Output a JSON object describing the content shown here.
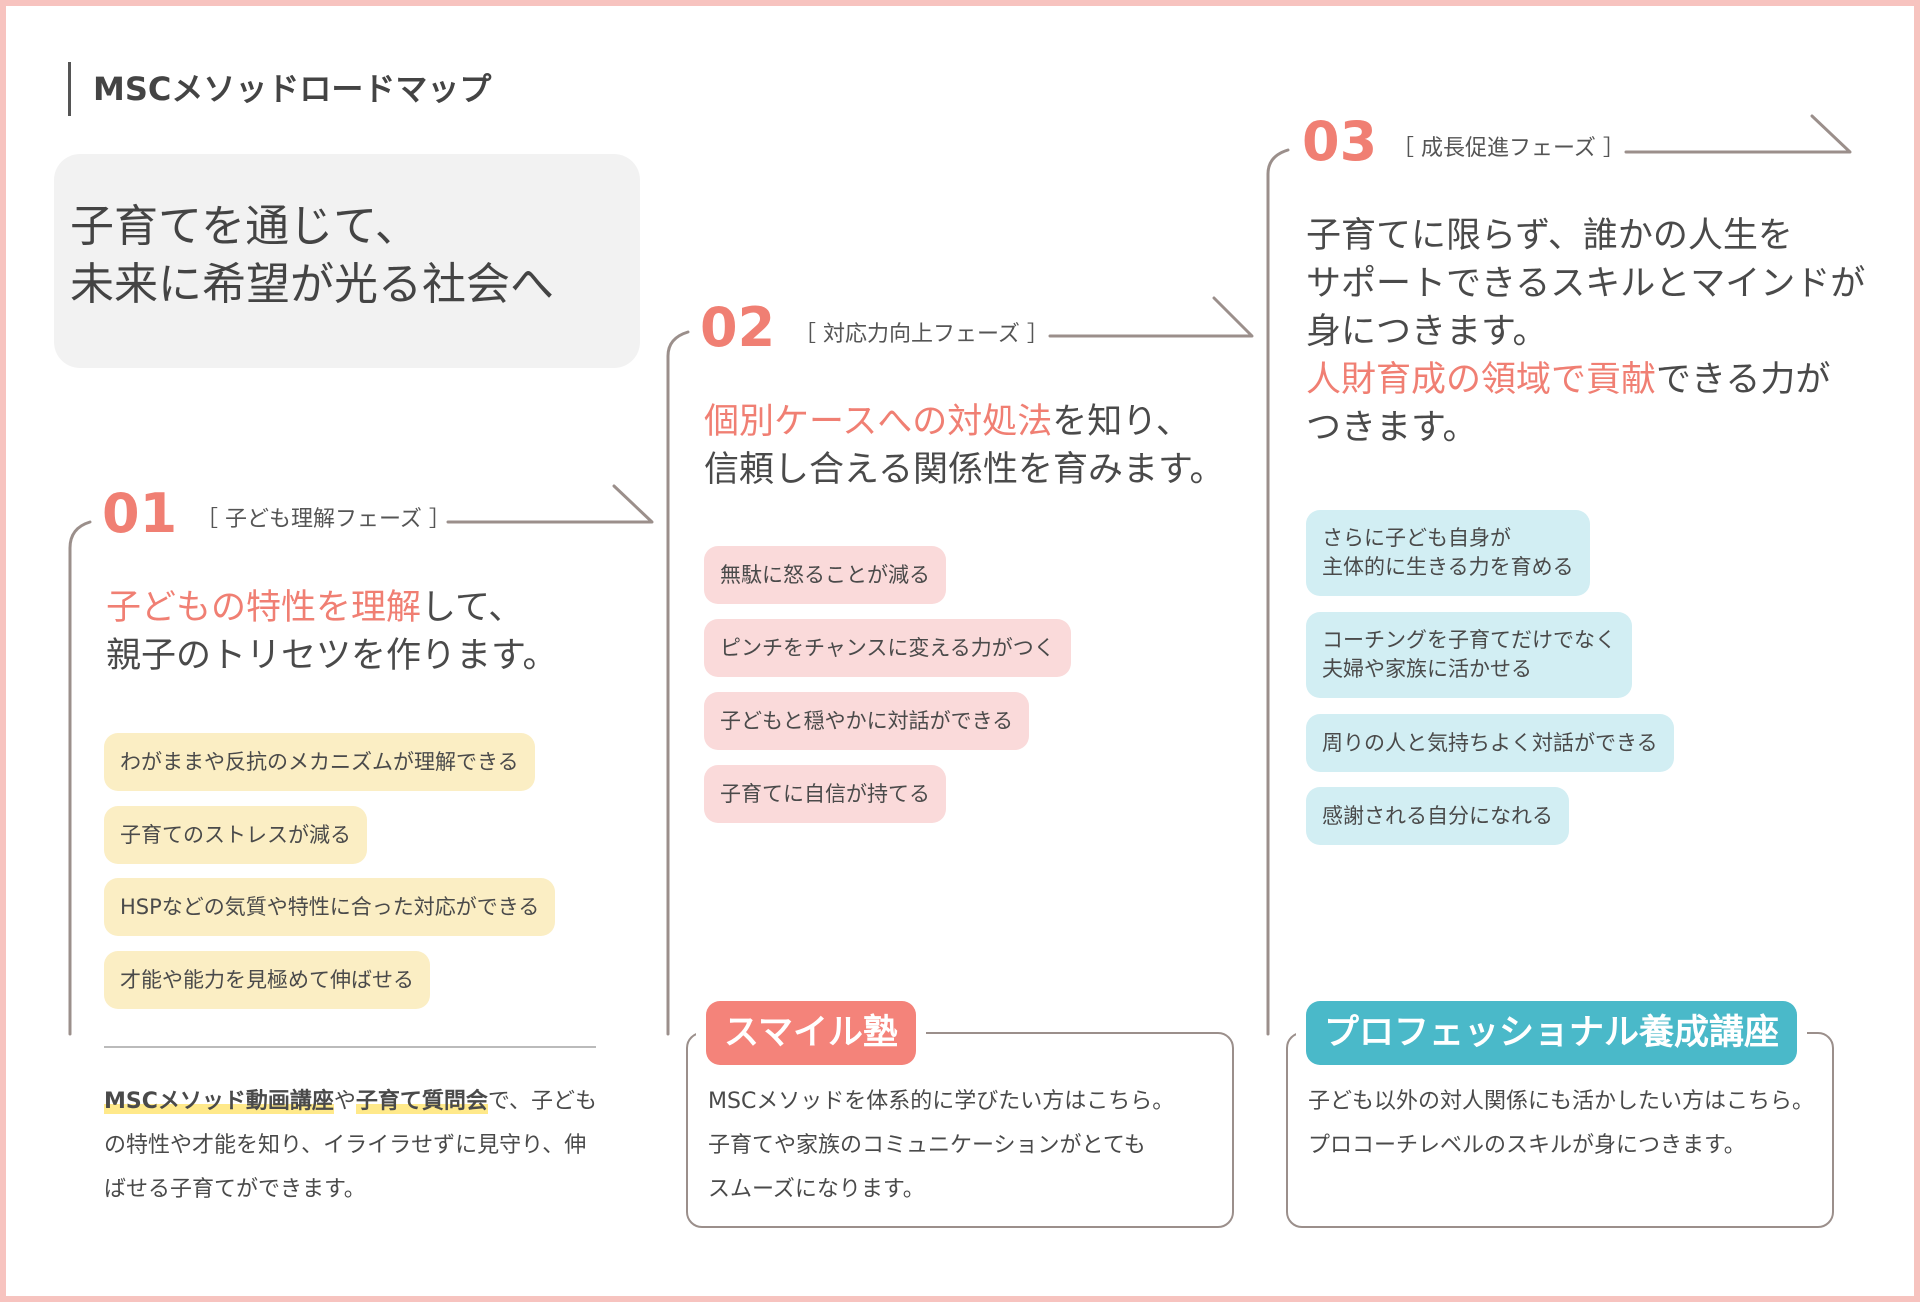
{
  "page": {
    "title": "MSCメソッドロードマップ",
    "tagline": [
      "子育てを通じて、",
      "未来に希望が光る社会へ"
    ]
  },
  "colors": {
    "accent": "#f07f73",
    "line": "#9b8f8b",
    "yellow_pill": "#fbeec4",
    "pink_pill": "#fadada",
    "cyan_pill": "#d2eef3",
    "juku_badge": "#f4837a",
    "pro_badge": "#4ab9c9",
    "frame": "#f7c3bf"
  },
  "steps": [
    {
      "number": "01",
      "phase": "［ 子ども理解フェーズ ］",
      "headline_highlight": "子どもの特性を理解",
      "headline_rest1": "して、",
      "headline_line2": "親子のトリセツを作ります。",
      "items": [
        "わがままや反抗のメカニズムが理解できる",
        "子育てのストレスが減る",
        "HSPなどの気質や特性に合った対応ができる",
        "才能や能力を見極めて伸ばせる"
      ],
      "note_mark1": "MSCメソッド動画講座",
      "note_mid": "や",
      "note_mark2": "子育て質問会",
      "note_rest1": "で、子ども",
      "note_line2": "の特性や才能を知り、イライラせずに見守り、伸",
      "note_line3": "ばせる子育てができます。"
    },
    {
      "number": "02",
      "phase": "［ 対応力向上フェーズ ］",
      "headline_highlight": "個別ケースへの対処法",
      "headline_rest1": "を知り、",
      "headline_line2": "信頼し合える関係性を育みます。",
      "items": [
        "無駄に怒ることが減る",
        "ピンチをチャンスに変える力がつく",
        "子どもと穏やかに対話ができる",
        "子育てに自信が持てる"
      ],
      "course_title": "スマイル塾",
      "course_lines": [
        "MSCメソッドを体系的に学びたい方はこちら。",
        "子育てや家族のコミュニケーションがとても",
        "スムーズになります。"
      ]
    },
    {
      "number": "03",
      "phase": "［ 成長促進フェーズ ］",
      "headline_lines": [
        "子育てに限らず、誰かの人生を",
        "サポートできるスキルとマインドが",
        "身につきます。"
      ],
      "headline_highlight": "人財育成の領域で貢献",
      "headline_rest4": "できる力が",
      "headline_line5": "つきます。",
      "items": [
        [
          "さらに子ども自身が",
          "主体的に生きる力を育める"
        ],
        [
          "コーチングを子育てだけでなく",
          "夫婦や家族に活かせる"
        ],
        [
          "周りの人と気持ちよく対話ができる"
        ],
        [
          "感謝される自分になれる"
        ]
      ],
      "course_title": "プロフェッショナル養成講座",
      "course_lines": [
        "子ども以外の対人関係にも活かしたい方はこちら。",
        "プロコーチレベルのスキルが身につきます。"
      ]
    }
  ]
}
